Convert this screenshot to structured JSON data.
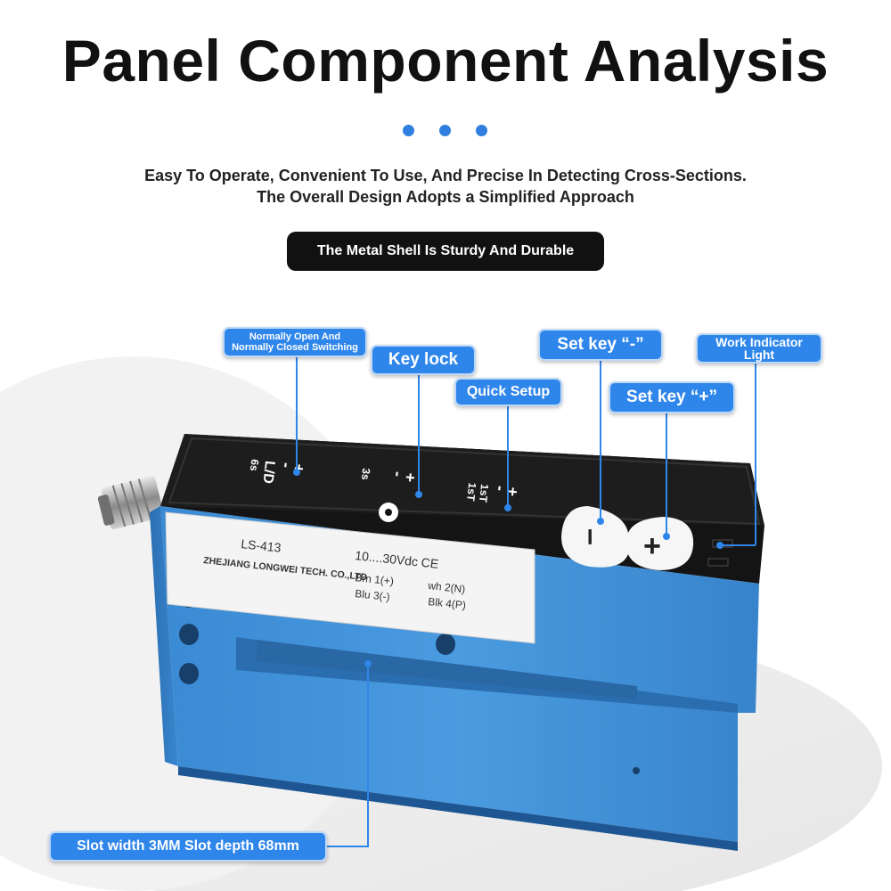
{
  "header": {
    "title": "Panel Component Analysis",
    "subtitle_line1": "Easy To Operate, Convenient To Use, And Precise In Detecting Cross-Sections.",
    "subtitle_line2": "The Overall Design Adopts a Simplified Approach",
    "pill": "The Metal Shell Is Sturdy And Durable"
  },
  "callouts": {
    "switching_line1": "Normally Open And",
    "switching_line2": "Normally Closed Switching",
    "key_lock": "Key lock",
    "quick_setup": "Quick Setup",
    "set_minus": "Set key “-”",
    "set_plus": "Set key “+”",
    "indicator_line1": "Work Indicator",
    "indicator_line2": "Light",
    "slot": "Slot width 3MM Slot depth 68mm"
  },
  "product": {
    "model": "LS-413",
    "voltage": "10....30Vdc CE",
    "maker": "ZHEJIANG LONGWEI TECH. CO.,LTD",
    "wire_brn": "Brn 1(+)",
    "wire_wh": "wh 2(N)",
    "wire_blu": "Blu 3(-)",
    "wire_blk": "Blk 4(P)",
    "btn1_top": "+",
    "btn1_mid": "-",
    "btn1_sym": "L/D",
    "btn1_time": "6s",
    "btn2_top": "+",
    "btn2_mid": "-",
    "btn2_time": "3s",
    "btn3_top": "+",
    "btn3_mid": "-",
    "btn3_time1": "1sT",
    "btn3_time2": "1sT",
    "key_minus": "–",
    "key_plus": "+"
  },
  "colors": {
    "accent": "#2f86ea",
    "sensor_blue": "#3d8fd6",
    "panel_black": "#141414"
  }
}
